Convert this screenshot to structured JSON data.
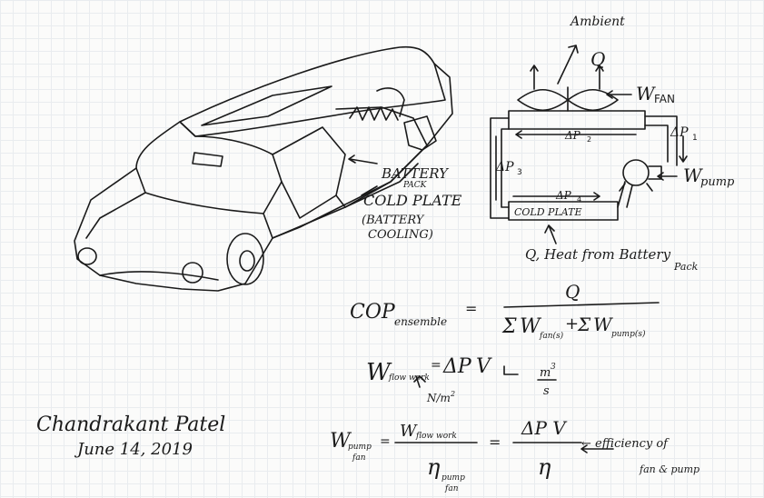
{
  "diagram": {
    "ambient": "Ambient",
    "q_top": "Q",
    "w_fan": "W",
    "w_fan_sub": "FAN",
    "dp2": "ΔP",
    "dp2_sub": "2",
    "dp1": "ΔP",
    "dp1_sub": "1",
    "dp3": "ΔP",
    "dp3_sub": "3",
    "dp4": "ΔP",
    "dp4_sub": "4",
    "w_pump": "W",
    "w_pump_sub": "pump",
    "cold_plate_box": "COLD PLATE",
    "heat_from_battery": "Q, Heat from Battery",
    "heat_pack": "Pack",
    "battery_pack": "BATTERY",
    "battery_pack_sub": "PACK",
    "cold_plate_label": "COLD PLATE",
    "battery_paren": "(BATTERY",
    "cooling": "COOLING)"
  },
  "equations": {
    "cop": "COP",
    "cop_sub": "ensemble",
    "equals": "=",
    "numerator": "Q",
    "sigma": "Σ",
    "w": "W",
    "w_fan_sub": "fan(s)",
    "plus": "+",
    "w_pump_sub": "pump(s)",
    "w_flow": "W",
    "w_flow_sub": "flow work",
    "delta_p": "ΔP",
    "v_dot": "V",
    "units_pressure": "N/m",
    "units_pressure_exp": "2",
    "units_flow_num": "m",
    "units_flow_exp": "3",
    "units_flow_den": "s",
    "w_pumpfan": "W",
    "w_pumpfan_sub1": "pump",
    "w_pumpfan_sub2": "fan",
    "frac2_num": "W",
    "frac2_num_sub": "flow work",
    "eta": "η",
    "eta_sub1": "pump",
    "eta_sub2": "fan",
    "frac3_num": "ΔP V",
    "efficiency_note": "← efficiency of",
    "efficiency_note2": "fan & pump"
  },
  "signature": {
    "name": "Chandrakant Patel",
    "date": "June 14, 2019"
  }
}
